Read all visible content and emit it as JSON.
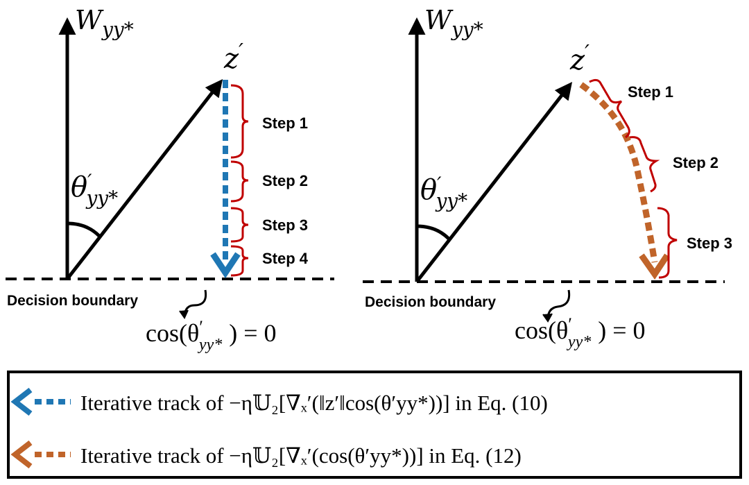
{
  "left_panel": {
    "axis_label": "W",
    "axis_label_sub": "yy*",
    "vector_label": "z",
    "vector_label_prime": "′",
    "angle_label": "θ",
    "angle_label_prime": "′",
    "angle_label_sub": "yy*",
    "boundary_label": "Decision boundary",
    "cos_eq_prefix": "cos(θ",
    "cos_eq_prime": "′",
    "cos_eq_sub": "yy*",
    "cos_eq_suffix": ") = 0",
    "steps": [
      "Step 1",
      "Step 2",
      "Step 3",
      "Step 4"
    ]
  },
  "right_panel": {
    "axis_label": "W",
    "axis_label_sub": "yy*",
    "vector_label": "z",
    "vector_label_prime": "′",
    "angle_label": "θ",
    "angle_label_prime": "′",
    "angle_label_sub": "yy*",
    "boundary_label": "Decision boundary",
    "cos_eq_prefix": "cos(θ",
    "cos_eq_prime": "′",
    "cos_eq_sub": "yy*",
    "cos_eq_suffix": ") = 0",
    "steps": [
      "Step 1",
      "Step 2",
      "Step 3"
    ]
  },
  "legend": {
    "items": [
      {
        "text": "Iterative track of −η𝕌₂[∇ₓ′(‖z′‖cos(θ′yy*))] in Eq. (10)",
        "color": "#1f77b4"
      },
      {
        "text": "Iterative track of −η𝕌₂[∇ₓ′(cos(θ′yy*))] in Eq. (12)",
        "color": "#c0642a"
      }
    ]
  },
  "colors": {
    "blue_track": "#1f77b4",
    "orange_track": "#c0642a",
    "brace": "#c00000",
    "axis": "#000000"
  }
}
